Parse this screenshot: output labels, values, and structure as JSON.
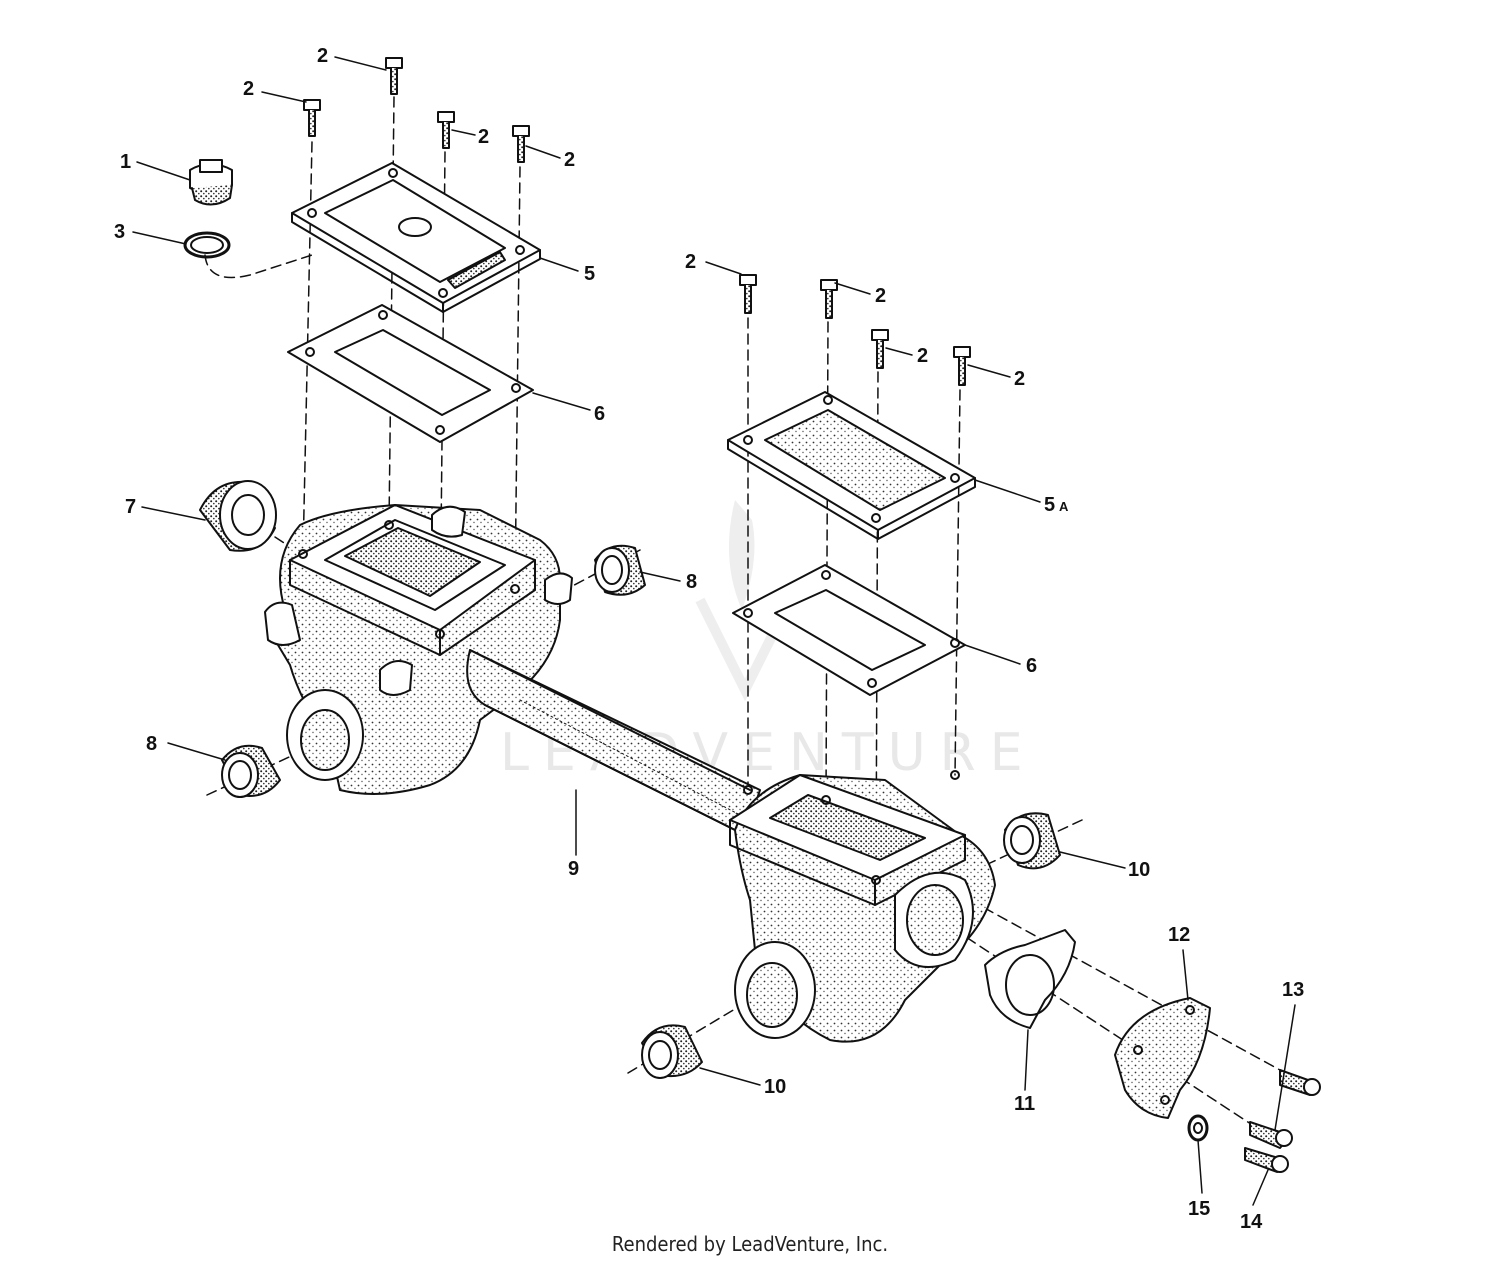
{
  "callouts": {
    "c1": "1",
    "c3": "3",
    "c2a": "2",
    "c2b": "2",
    "c2c": "2",
    "c2d": "2",
    "c2e": "2",
    "c2f": "2",
    "c2g": "2",
    "c2h": "2",
    "c5": "5",
    "c5a": "5",
    "c5a_suffix": "A",
    "c6a": "6",
    "c6b": "6",
    "c7": "7",
    "c8a": "8",
    "c8b": "8",
    "c9": "9",
    "c10a": "10",
    "c10b": "10",
    "c11": "11",
    "c12": "12",
    "c13": "13",
    "c14": "14",
    "c15": "15"
  },
  "watermark": "LEADVENTURE",
  "footer": "Rendered by LeadVenture, Inc.",
  "colors": {
    "ink": "#111111",
    "watermark": "#e8e8e8",
    "background": "#ffffff"
  }
}
